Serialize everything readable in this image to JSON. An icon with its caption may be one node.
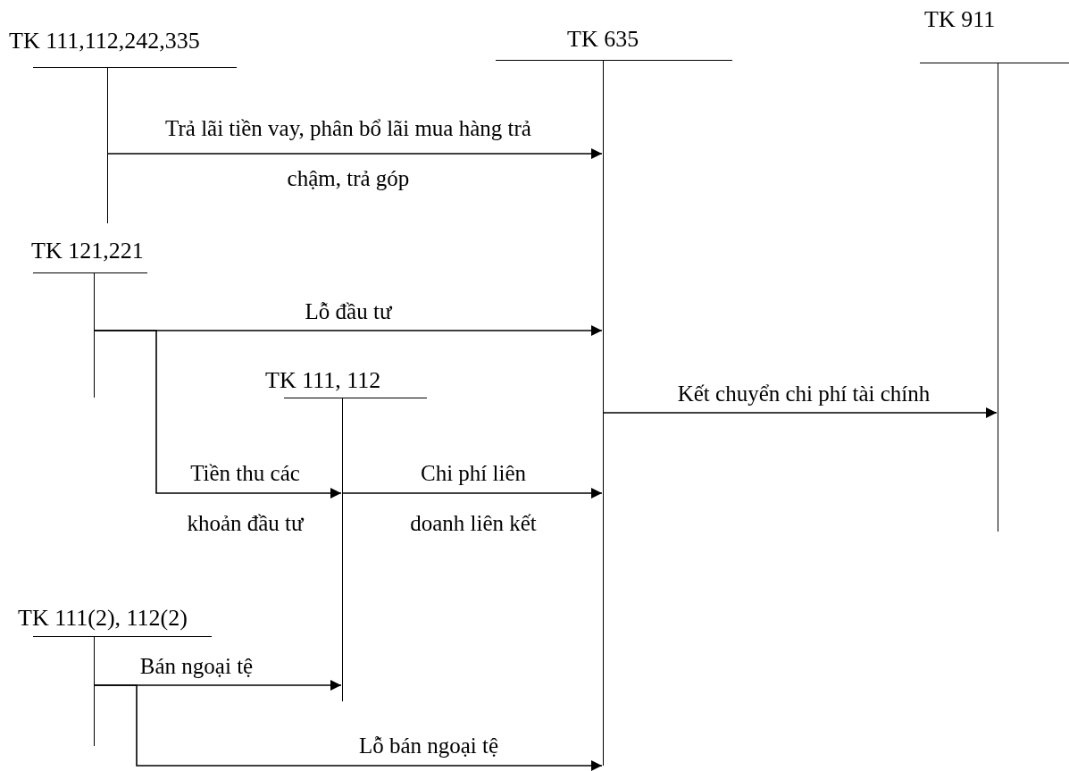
{
  "diagram": {
    "nodes": [
      {
        "text": [
          "TK 111,112,242,335"
        ]
      },
      {
        "text": [
          "TK 635"
        ]
      },
      {
        "text": [
          "TK 911"
        ]
      },
      {
        "text": [
          "TK 121,221"
        ]
      },
      {
        "text": [
          "TK 111, 112"
        ]
      },
      {
        "text": [
          "TK 111(2), 112(2)"
        ]
      }
    ],
    "edges": [
      {
        "from": 0,
        "to": 1,
        "arrow": "to",
        "label": "Trả lãi tiền vay, phân bổ lãi mua hàng trả chậm, trả góp"
      },
      {
        "from": 3,
        "to": 1,
        "arrow": "to",
        "label": "Lỗ đầu tư"
      },
      {
        "from": 3,
        "to": 4,
        "arrow": "to",
        "label": "Tiền thu các khoản đầu tư"
      },
      {
        "from": 4,
        "to": 1,
        "arrow": "to",
        "label": "Chi phí liên doanh liên kết"
      },
      {
        "from": 1,
        "to": 2,
        "arrow": "to",
        "label": "Kết chuyển chi phí tài chính"
      },
      {
        "from": 5,
        "to": 4,
        "arrow": "to",
        "label": "Bán ngoại tệ"
      },
      {
        "from": 5,
        "to": 1,
        "arrow": "to",
        "label": "Lỗ bán ngoại tệ"
      }
    ]
  }
}
